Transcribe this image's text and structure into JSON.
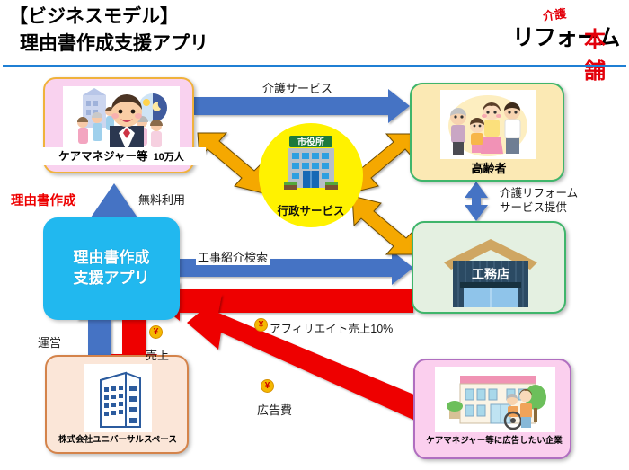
{
  "header": {
    "title_line1": "【ビジネスモデル】",
    "title_line2": "理由書作成支援アプリ",
    "logo": {
      "kaigo": "介護",
      "main": "リフォーム",
      "honpo": "本舗"
    }
  },
  "nodes": {
    "caremanager": {
      "label": "ケアマネジャー等",
      "count": "10万人",
      "bg_color": "#f9d2ef",
      "border_color": "#f0b23c"
    },
    "elderly": {
      "label": "高齢者",
      "bg_color": "#fbe9b4",
      "border_color": "#3fb56b"
    },
    "government": {
      "sign": "市役所",
      "label": "行政サービス",
      "bg_color": "#fff200"
    },
    "app": {
      "line1": "理由書作成",
      "line2": "支援アプリ",
      "bg_color": "#21b8ef"
    },
    "koumuten": {
      "sign": "工務店",
      "label": "工務店",
      "bg_color": "#e4f0e1",
      "border_color": "#3fb56b"
    },
    "universal": {
      "label": "株式会社ユニバーサルスペース",
      "bg_color": "#fbe6d8",
      "border_color": "#d4834a"
    },
    "advertiser": {
      "label": "ケアマネジャー等に広告したい企業",
      "bg_color": "#fbcfee",
      "border_color": "#b06ec0"
    }
  },
  "flows": {
    "kaigo_service": "介護サービス",
    "riyusho_sakusei": "理由書作成",
    "muryo_riyou": "無料利用",
    "kouji_shoukai": "工事紹介検索",
    "reform_service_line1": "介護リフォーム",
    "reform_service_line2": "サービス提供",
    "affiliate": "アフィリエイト売上10%",
    "unei": "運営",
    "uriage": "売上",
    "koukokuhi": "広告費",
    "yen_symbol": "¥"
  },
  "colors": {
    "arrow_blue": "#4573c4",
    "arrow_orange": "#f5a800",
    "arrow_red": "#ee0000",
    "rule_blue": "#1f7fd4",
    "red_text": "#ee0000"
  }
}
